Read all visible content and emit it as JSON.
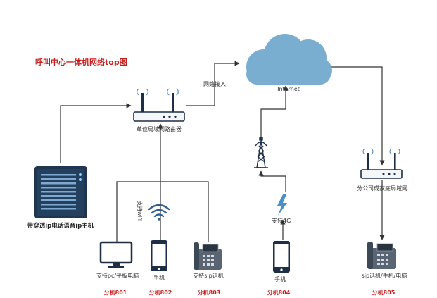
{
  "title": "呼叫中心一体机网络top图",
  "nodes": {
    "internet": "Internet",
    "router": "单位局域网路由器",
    "branch_router": "分公司或家庭局域网",
    "host": "带穿透ip电话语音ip主机"
  },
  "edges": {
    "uplink": "网络接入",
    "wifi": "支持wifi",
    "cellular": "支持4G"
  },
  "devices": {
    "pc": "支持pc/平板电脑",
    "phone_802": "手机",
    "sip_803": "支持sip话机",
    "phone_804": "手机",
    "sip_805": "sip话机/手机/电脑"
  },
  "extensions": {
    "e801": "分机801",
    "e802": "分机802",
    "e803": "分机803",
    "e804": "分机804",
    "e805": "分机805"
  },
  "colors": {
    "title": "#c21f1f",
    "cloud": "#79aed1",
    "line": "#333333",
    "wifi_wave": "#2f5f8f",
    "lightning": "#4a90c8"
  }
}
